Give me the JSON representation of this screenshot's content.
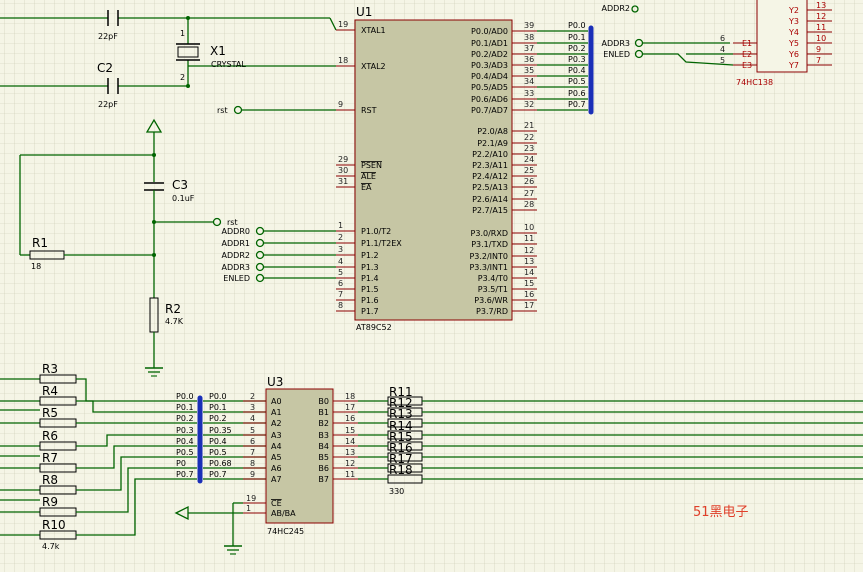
{
  "watermark": "51黑电子",
  "u1": {
    "ref": "U1",
    "part": "AT89C52",
    "left_pins": [
      {
        "num": "19",
        "name": "XTAL1"
      },
      {
        "num": "18",
        "name": "XTAL2"
      },
      {
        "num": "9",
        "name": "RST"
      },
      {
        "num": "29",
        "name": "PSEN"
      },
      {
        "num": "30",
        "name": "ALE"
      },
      {
        "num": "31",
        "name": "EA"
      },
      {
        "num": "1",
        "name": "P1.0/T2"
      },
      {
        "num": "2",
        "name": "P1.1/T2EX"
      },
      {
        "num": "3",
        "name": "P1.2"
      },
      {
        "num": "4",
        "name": "P1.3"
      },
      {
        "num": "5",
        "name": "P1.4"
      },
      {
        "num": "6",
        "name": "P1.5"
      },
      {
        "num": "7",
        "name": "P1.6"
      },
      {
        "num": "8",
        "name": "P1.7"
      }
    ],
    "right_pins": [
      {
        "num": "39",
        "name": "P0.0/AD0"
      },
      {
        "num": "38",
        "name": "P0.1/AD1"
      },
      {
        "num": "37",
        "name": "P0.2/AD2"
      },
      {
        "num": "36",
        "name": "P0.3/AD3"
      },
      {
        "num": "35",
        "name": "P0.4/AD4"
      },
      {
        "num": "34",
        "name": "P0.5/AD5"
      },
      {
        "num": "33",
        "name": "P0.6/AD6"
      },
      {
        "num": "32",
        "name": "P0.7/AD7"
      },
      {
        "num": "21",
        "name": "P2.0/A8"
      },
      {
        "num": "22",
        "name": "P2.1/A9"
      },
      {
        "num": "23",
        "name": "P2.2/A10"
      },
      {
        "num": "24",
        "name": "P2.3/A11"
      },
      {
        "num": "25",
        "name": "P2.4/A12"
      },
      {
        "num": "26",
        "name": "P2.5/A13"
      },
      {
        "num": "27",
        "name": "P2.6/A14"
      },
      {
        "num": "28",
        "name": "P2.7/A15"
      },
      {
        "num": "10",
        "name": "P3.0/RXD"
      },
      {
        "num": "11",
        "name": "P3.1/TXD"
      },
      {
        "num": "12",
        "name": "P3.2/INT0"
      },
      {
        "num": "13",
        "name": "P3.3/INT1"
      },
      {
        "num": "14",
        "name": "P3.4/T0"
      },
      {
        "num": "15",
        "name": "P3.5/T1"
      },
      {
        "num": "16",
        "name": "P3.6/WR"
      },
      {
        "num": "17",
        "name": "P3.7/RD"
      }
    ],
    "p0_nets": [
      "P0.0",
      "P0.1",
      "P0.2",
      "P0.3",
      "P0.4",
      "P0.5",
      "P0.6",
      "P0.7"
    ],
    "p1_nets": [
      "ADDR0",
      "ADDR1",
      "ADDR2",
      "ADDR3",
      "ENLED"
    ]
  },
  "u2": {
    "part": "74HC138",
    "inputs": [
      {
        "num": "6",
        "name": "E1"
      },
      {
        "num": "4",
        "name": "E2"
      },
      {
        "num": "5",
        "name": "E3"
      }
    ],
    "outputs": [
      {
        "num": "12",
        "name": "Y3"
      },
      {
        "num": "11",
        "name": "Y4"
      },
      {
        "num": "10",
        "name": "Y5"
      },
      {
        "num": "9",
        "name": "Y6"
      },
      {
        "num": "7",
        "name": "Y7"
      }
    ],
    "top_outputs": [
      {
        "num": "13",
        "name": "Y2"
      }
    ],
    "top_net": "ADDR2",
    "nets": [
      "ADDR3",
      "ENLED"
    ]
  },
  "u3": {
    "ref": "U3",
    "part": "74HC245",
    "a_pins": [
      {
        "num": "2",
        "name": "A0"
      },
      {
        "num": "3",
        "name": "A1"
      },
      {
        "num": "4",
        "name": "A2"
      },
      {
        "num": "5",
        "name": "A3"
      },
      {
        "num": "6",
        "name": "A4"
      },
      {
        "num": "7",
        "name": "A5"
      },
      {
        "num": "8",
        "name": "A6"
      },
      {
        "num": "9",
        "name": "A7"
      }
    ],
    "b_pins": [
      {
        "num": "18",
        "name": "B0"
      },
      {
        "num": "17",
        "name": "B1"
      },
      {
        "num": "16",
        "name": "B2"
      },
      {
        "num": "15",
        "name": "B3"
      },
      {
        "num": "14",
        "name": "B4"
      },
      {
        "num": "13",
        "name": "B5"
      },
      {
        "num": "12",
        "name": "B6"
      },
      {
        "num": "11",
        "name": "B7"
      }
    ],
    "ctrl_pins": [
      {
        "num": "19",
        "name": "CE"
      },
      {
        "num": "1",
        "name": "AB/BA"
      }
    ],
    "bus_labels": [
      "P0.0",
      "P0.1",
      "P0.2",
      "P0.3",
      "P0.4",
      "P0.5",
      "P0",
      "P0.7"
    ],
    "net_labels": [
      "P0.0",
      "P0.1",
      "P0.2",
      "P0.35",
      "P0.4",
      "P0.5",
      "P0.68",
      "P0.7"
    ]
  },
  "crystal": {
    "ref": "X1",
    "value": "CRYSTAL",
    "pin1": "1",
    "pin2": "2"
  },
  "c1": {
    "value": "22pF"
  },
  "c2": {
    "ref": "C2",
    "value": "22pF"
  },
  "c3": {
    "ref": "C3",
    "value": "0.1uF"
  },
  "r1": {
    "ref": "R1",
    "value": "18"
  },
  "r2": {
    "ref": "R2",
    "value": "4.7K"
  },
  "left_resistors": {
    "refs": [
      "R3",
      "R4",
      "R5",
      "R6",
      "R7",
      "R8",
      "R9",
      "R10"
    ],
    "value": "4.7k"
  },
  "right_resistors": {
    "refs": [
      "R11",
      "R12",
      "R13",
      "R14",
      "R15",
      "R16",
      "R17",
      "R18"
    ],
    "value": "330"
  },
  "rst_label": "rst"
}
